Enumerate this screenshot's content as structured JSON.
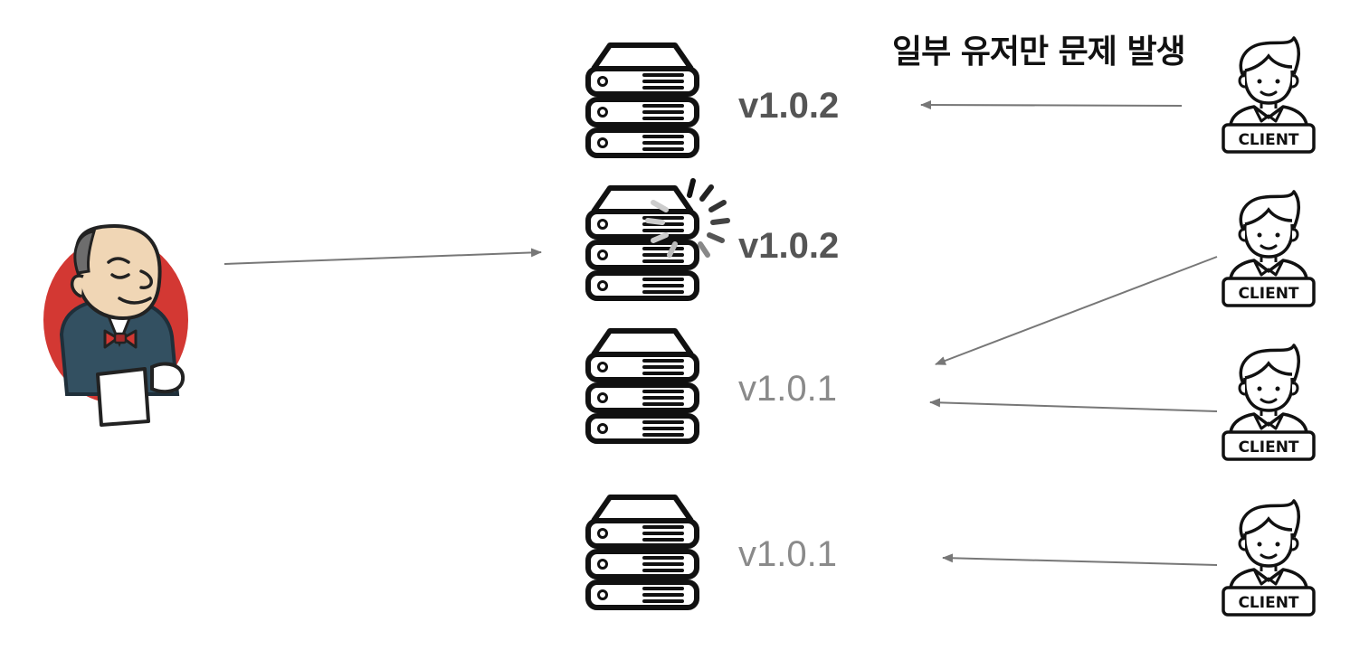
{
  "headline": "일부 유저만 문제 발생",
  "servers": [
    {
      "version": "v1.0.2",
      "emphasis": "bold"
    },
    {
      "version": "v1.0.2",
      "emphasis": "bold",
      "deploying": true
    },
    {
      "version": "v1.0.1",
      "emphasis": "light"
    },
    {
      "version": "v1.0.1",
      "emphasis": "light"
    }
  ],
  "clients": [
    {
      "label": "CLIENT"
    },
    {
      "label": "CLIENT"
    },
    {
      "label": "CLIENT"
    },
    {
      "label": "CLIENT"
    }
  ],
  "icons": {
    "ci": "jenkins-butler-icon",
    "server": "server-rack-icon",
    "client": "client-user-icon",
    "loading": "loading-spinner-icon"
  },
  "colors": {
    "jenkins_red": "#d33833",
    "arrow": "#777777",
    "bold_version": "#555555",
    "light_version": "#8a8a8a"
  }
}
